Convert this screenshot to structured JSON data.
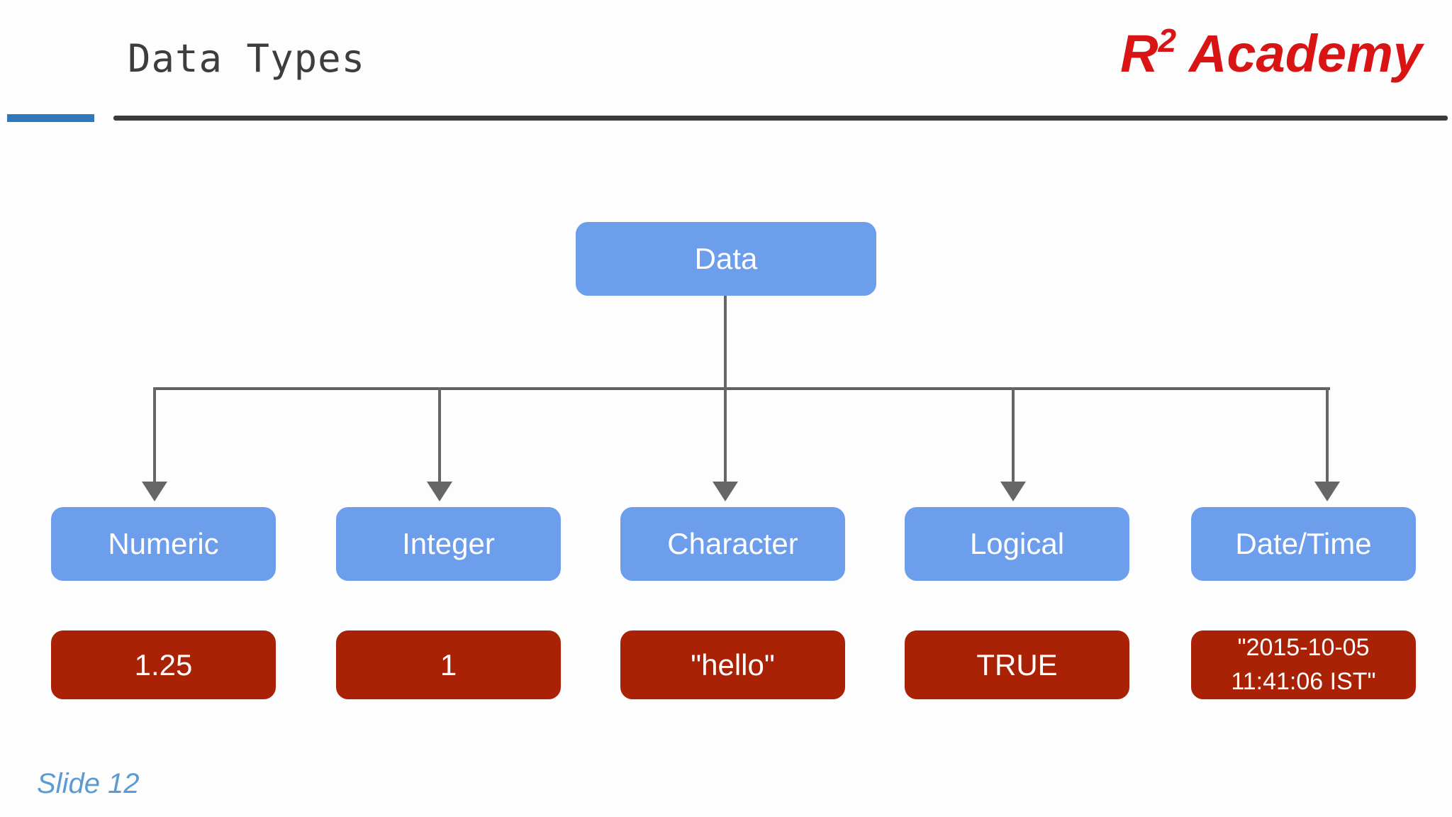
{
  "header": {
    "title": "Data Types",
    "logo": {
      "base": "R",
      "superscript": "2",
      "name": " Academy",
      "color": "#d81414"
    },
    "accent_bar_color": "#2e78bc",
    "rule_color": "#3a3a3a"
  },
  "diagram": {
    "root": {
      "label": "Data"
    },
    "children": [
      {
        "label": "Numeric",
        "value": "1.25"
      },
      {
        "label": "Integer",
        "value": "1"
      },
      {
        "label": "Character",
        "value": "\"hello\""
      },
      {
        "label": "Logical",
        "value": "TRUE"
      },
      {
        "label": "Date/Time",
        "value": "\"2015-10-05 11:41:06 IST\""
      }
    ],
    "node_fill_color": "#6d9eeb",
    "value_fill_color": "#aa2206",
    "node_text_color": "#ffffff",
    "connector_color": "#666666"
  },
  "footer": {
    "slide_label": "Slide 12",
    "color": "#5b9bd5"
  }
}
